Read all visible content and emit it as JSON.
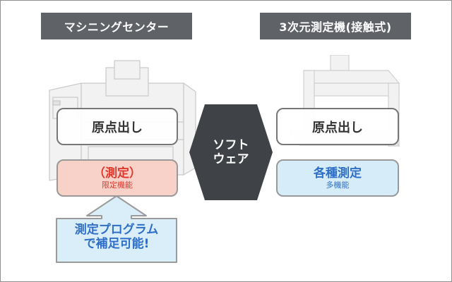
{
  "left": {
    "header": "マシニングセンター",
    "origin_box": "原点出し",
    "measure_box": {
      "title": "（測定）",
      "subtitle": "限定機能"
    },
    "arrow_text": [
      "測定プログラム",
      "で補足可能!"
    ]
  },
  "center": {
    "label": [
      "ソフト",
      "ウェア"
    ]
  },
  "right": {
    "header": "3次元測定機(接触式)",
    "origin_box": "原点出し",
    "measure_box": {
      "title": "各種測定",
      "subtitle": "多機能"
    }
  },
  "colors": {
    "header_bg": "#5f6368",
    "hexagon": "#3f4347",
    "limited_bg": "#f8d2c8",
    "limited_text": "#e0382d",
    "multi_bg": "#d6ecf8",
    "blue_text": "#2f6fc8",
    "arrow_fill": "#d9eef9",
    "arrow_stroke": "#9a9a9a"
  },
  "icons": [
    "machining-center-illustration",
    "cmm-illustration",
    "up-arrow-icon",
    "hexagon-shape"
  ]
}
